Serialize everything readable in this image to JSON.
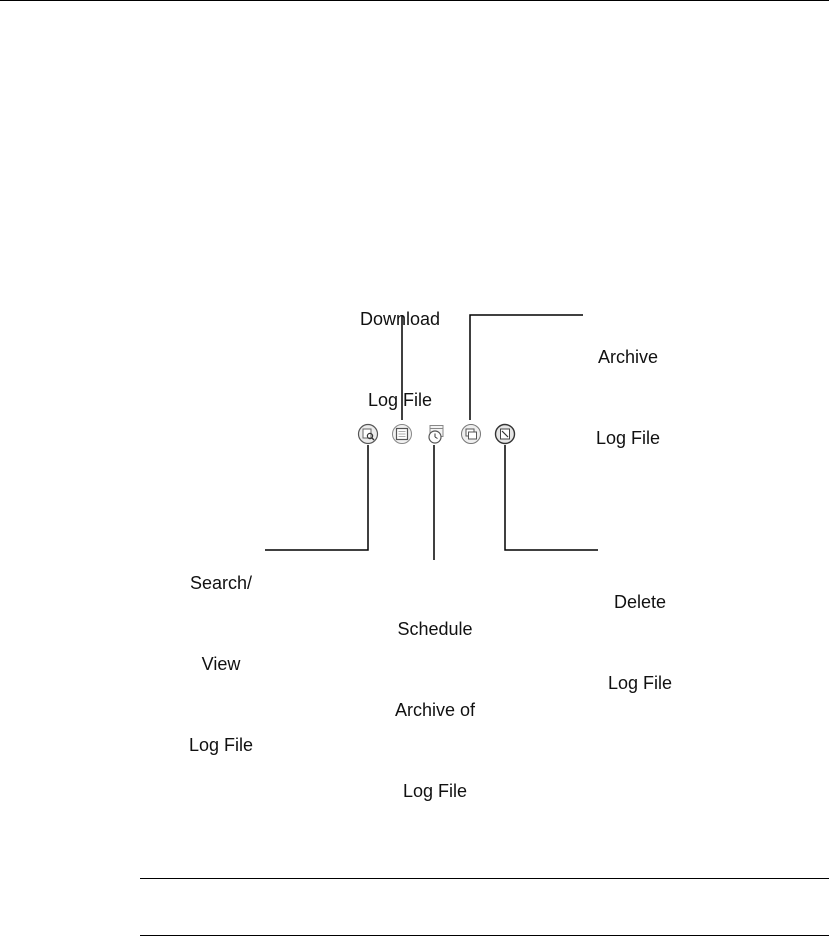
{
  "callouts": {
    "download": {
      "lines": [
        "Download",
        "Log File"
      ]
    },
    "archive": {
      "lines": [
        "Archive",
        "Log File"
      ]
    },
    "search_view": {
      "lines": [
        "Search/",
        "View",
        "Log File"
      ]
    },
    "schedule_archive": {
      "lines": [
        "Schedule",
        "Archive of",
        "Log File"
      ]
    },
    "delete": {
      "lines": [
        "Delete",
        "Log File"
      ]
    }
  },
  "icons": [
    {
      "name": "search-view-log-icon"
    },
    {
      "name": "download-log-icon"
    },
    {
      "name": "schedule-archive-icon"
    },
    {
      "name": "archive-log-icon"
    },
    {
      "name": "delete-log-icon"
    }
  ],
  "colors": {
    "line": "#000000",
    "icon_stroke": "#555555",
    "icon_fill": "#e8e8e8"
  }
}
